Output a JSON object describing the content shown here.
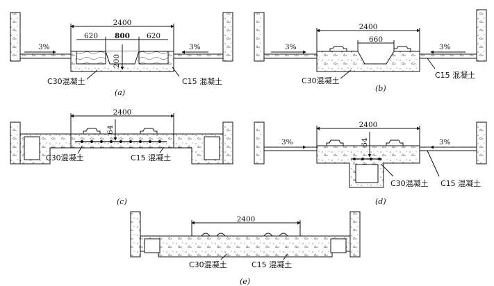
{
  "figures": {
    "a": {
      "caption": "(a)",
      "width_dim": "2400",
      "dim_left": "620",
      "dim_mid": "800",
      "dim_right": "620",
      "depth_dim": "200",
      "slope_left": "3%",
      "slope_right": "3%",
      "label_c30": "C30混凝土",
      "label_c15": "C15 混凝土"
    },
    "b": {
      "caption": "(b)",
      "width_dim": "2400",
      "dim_mid": "660",
      "slope_left": "3%",
      "slope_right": "3%",
      "label_c30": "C30混凝土",
      "label_c15": "C15 混凝土"
    },
    "c": {
      "caption": "(c)",
      "width_dim": "2400",
      "rebar_dim": "64",
      "label_c30": "C30混凝土",
      "label_c15": "C15 混凝土"
    },
    "d": {
      "caption": "(d)",
      "width_dim": "2400",
      "rebar_dim": "64",
      "slope_left": "3%",
      "slope_right": "3%",
      "label_c30": "C30混凝土",
      "label_c15": "C15 混凝土"
    },
    "e": {
      "caption": "(e)",
      "width_dim": "2400",
      "label_c30": "C30混凝土",
      "label_c15": "C15 混凝土"
    }
  }
}
